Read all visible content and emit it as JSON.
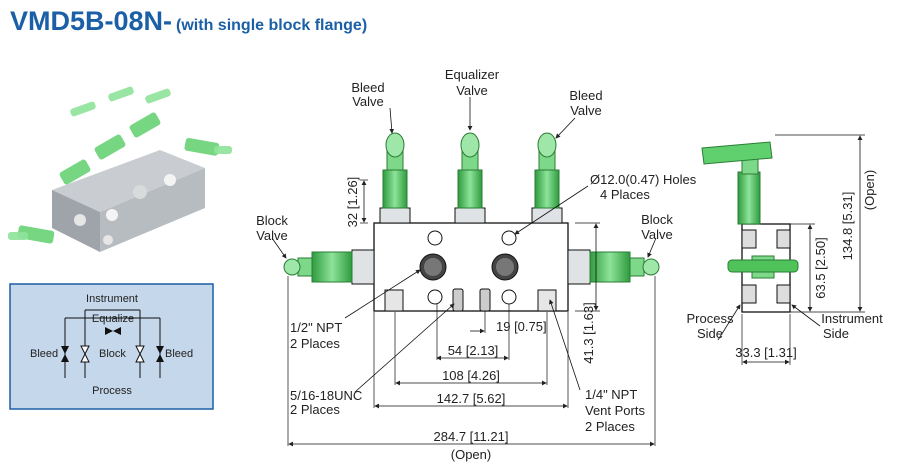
{
  "title": {
    "model": "VMD5B-08N-",
    "subtitle": "(with single block flange)"
  },
  "labels": {
    "bleed_valve_left": [
      "Bleed",
      "Valve"
    ],
    "equalizer_valve": [
      "Equalizer",
      "Valve"
    ],
    "bleed_valve_right": [
      "Bleed",
      "Valve"
    ],
    "block_valve_left": [
      "Block",
      "Valve"
    ],
    "block_valve_right": [
      "Block",
      "Valve"
    ],
    "holes": [
      "Ø12.0(0.47) Holes",
      "4 Places"
    ],
    "npt_half": [
      "1/2\" NPT",
      "2 Places"
    ],
    "unc": [
      "5/16-18UNC",
      "2 Places"
    ],
    "npt_quarter": [
      "1/4\" NPT",
      "Vent Ports",
      "2 Places"
    ],
    "process_side": [
      "Process",
      "Side"
    ],
    "instrument_side": [
      "Instrument",
      "Side"
    ],
    "open_side": "(Open)",
    "open_bottom": "(Open)"
  },
  "dimensions": {
    "d32": "32 [1.26]",
    "d19": "19 [0.75]",
    "d54": "54 [2.13]",
    "d108": "108 [4.26]",
    "d142": "142.7 [5.62]",
    "d284": "284.7 [11.21]",
    "d41": "41.3 [1.63]",
    "d63": "63.5 [2.50]",
    "d134": "134.8 [5.31]",
    "d33": "33.3 [1.31]"
  },
  "schematic": {
    "instrument": "Instrument",
    "equalize": "Equalize",
    "bleed_left": "Bleed",
    "block": "Block",
    "bleed_right": "Bleed",
    "process": "Process"
  },
  "colors": {
    "title": "#1b5fa6",
    "valve_green": "#4fc35a",
    "block_gray": "#9aa0a6",
    "schematic_bg": "#c5d7ea"
  }
}
